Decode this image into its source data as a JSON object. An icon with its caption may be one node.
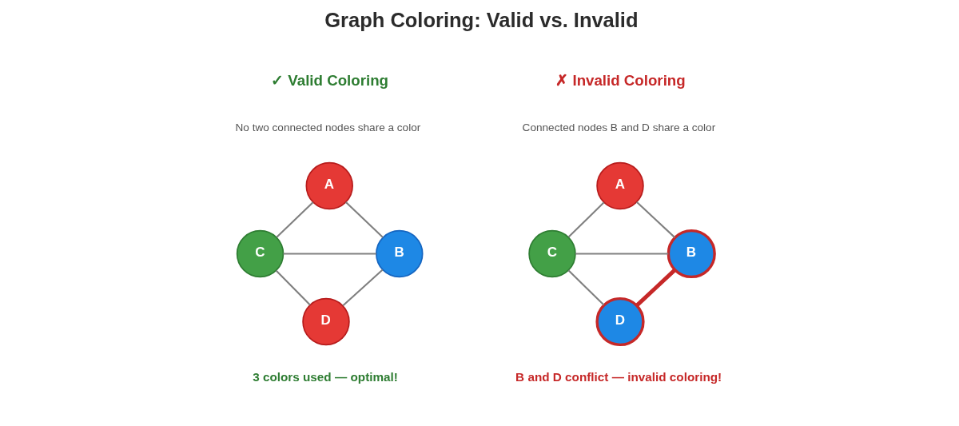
{
  "diagram": {
    "title": "Graph Coloring: Valid vs. Invalid",
    "nodes": [
      {
        "text": [
          "A"
        ]
      },
      {
        "text": [
          "C"
        ]
      },
      {
        "text": [
          "B"
        ]
      },
      {
        "text": [
          "D"
        ]
      },
      {
        "text": [
          "A"
        ]
      },
      {
        "text": [
          "C"
        ]
      },
      {
        "text": [
          "B"
        ]
      },
      {
        "text": [
          "D"
        ]
      }
    ],
    "edges": [
      {
        "from": 0,
        "to": 1,
        "arrow": "none"
      },
      {
        "from": 0,
        "to": 2,
        "arrow": "none"
      },
      {
        "from": 1,
        "to": 2,
        "arrow": "none"
      },
      {
        "from": 1,
        "to": 3,
        "arrow": "none"
      },
      {
        "from": 2,
        "to": 3,
        "arrow": "none"
      },
      {
        "from": 4,
        "to": 5,
        "arrow": "none"
      },
      {
        "from": 4,
        "to": 6,
        "arrow": "none"
      },
      {
        "from": 5,
        "to": 6,
        "arrow": "none"
      },
      {
        "from": 5,
        "to": 7,
        "arrow": "none"
      },
      {
        "from": 6,
        "to": 7,
        "arrow": "none",
        "style": "thick",
        "color": "#c62828"
      }
    ],
    "labels": [
      "✓ Valid Coloring",
      "✗ Invalid Coloring",
      "No two connected nodes share a color",
      "Connected nodes B and D share a color",
      "3 colors used — optimal!",
      "B and D conflict — invalid coloring!"
    ]
  }
}
